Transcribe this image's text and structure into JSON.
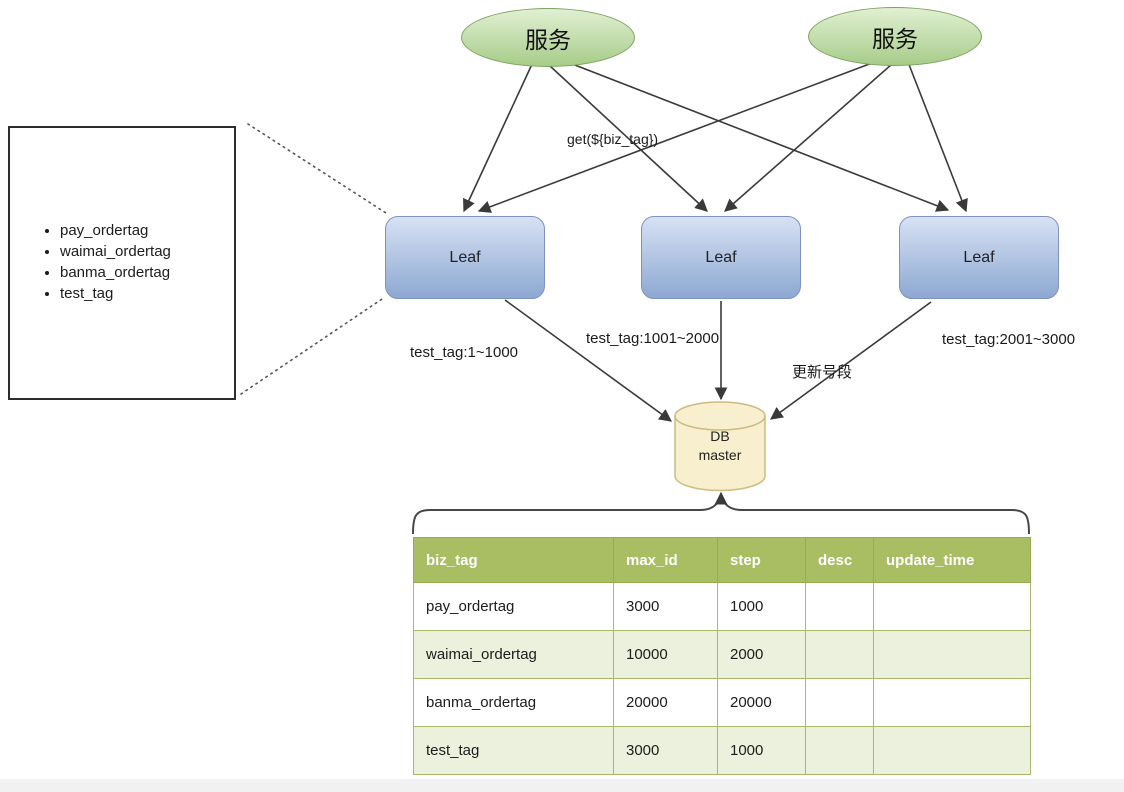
{
  "diagram": {
    "callout": {
      "items": [
        "pay_ordertag",
        "waimai_ordertag",
        "banma_ordertag",
        "test_tag"
      ]
    },
    "services": [
      {
        "label": "服务"
      },
      {
        "label": "服务"
      }
    ],
    "leaves": [
      {
        "label": "Leaf"
      },
      {
        "label": "Leaf"
      },
      {
        "label": "Leaf"
      }
    ],
    "labels": {
      "get_request": "get(${biz_tag})",
      "segment_leaf1": "test_tag:1~1000",
      "segment_leaf2": "test_tag:1001~2000",
      "segment_leaf3": "test_tag:2001~3000",
      "update_segment": "更新号段"
    },
    "database": {
      "line1": "DB",
      "line2": "master"
    }
  },
  "table": {
    "headers": [
      "biz_tag",
      "max_id",
      "step",
      "desc",
      "update_time"
    ],
    "rows": [
      [
        "pay_ordertag",
        "3000",
        "1000",
        "",
        ""
      ],
      [
        "waimai_ordertag",
        "10000",
        "2000",
        "",
        ""
      ],
      [
        "banma_ordertag",
        "20000",
        "20000",
        "",
        ""
      ],
      [
        "test_tag",
        "3000",
        "1000",
        "",
        ""
      ]
    ]
  },
  "colors": {
    "service_fill_top": "#e1f0d3",
    "service_fill_bottom": "#a7cc89",
    "service_border": "#7ca35e",
    "leaf_fill_top": "#d7e2f4",
    "leaf_fill_bottom": "#8da8d2",
    "leaf_border": "#7e92bd",
    "db_fill": "#f7efcd",
    "db_border": "#ccbc82",
    "table_header_bg": "#a9bd62",
    "table_row_alt_bg": "#ebf1dc",
    "table_border": "#a6ba67",
    "arrow": "#3a3a3a"
  }
}
